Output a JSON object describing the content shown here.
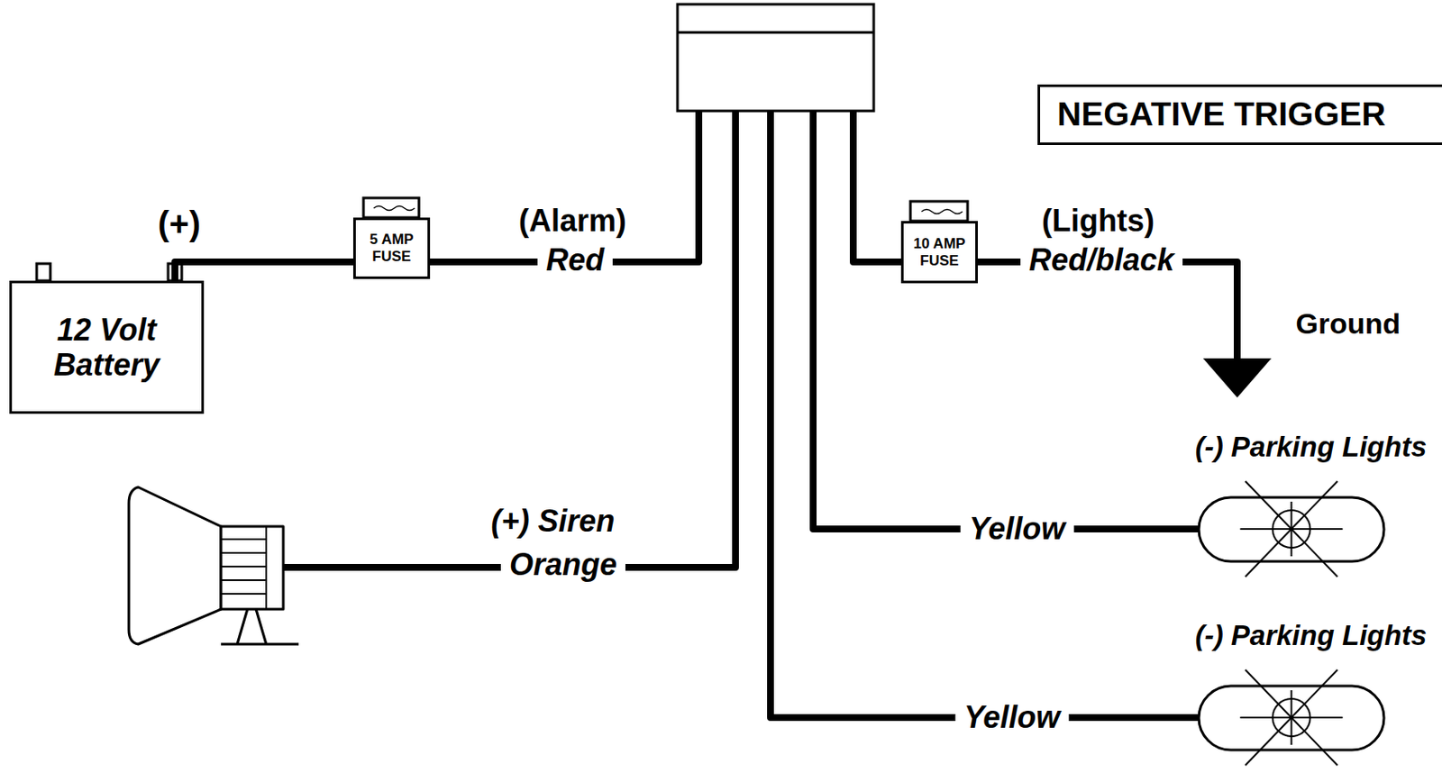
{
  "diagram": {
    "nodes": [
      {
        "text": [
          "NEGATIVE TRIGGER"
        ]
      },
      {
        "text": [
          "5 AMP FUSE"
        ]
      },
      {
        "text": [
          "10 AMP FUSE"
        ]
      },
      {
        "text": [
          "12 Volt Battery"
        ]
      },
      {
        "text": [
          "(-) Parking Lights"
        ]
      },
      {
        "text": [
          "(-) Parking Lights"
        ]
      }
    ],
    "edges": [
      {
        "from": 3,
        "to": 1,
        "arrow": "none"
      }
    ],
    "labels": [
      "(+)",
      "(Alarm)",
      "Red",
      "(Lights)",
      "Red/black",
      "Ground",
      "(+) Siren",
      "Orange",
      "Yellow",
      "Yellow"
    ]
  }
}
